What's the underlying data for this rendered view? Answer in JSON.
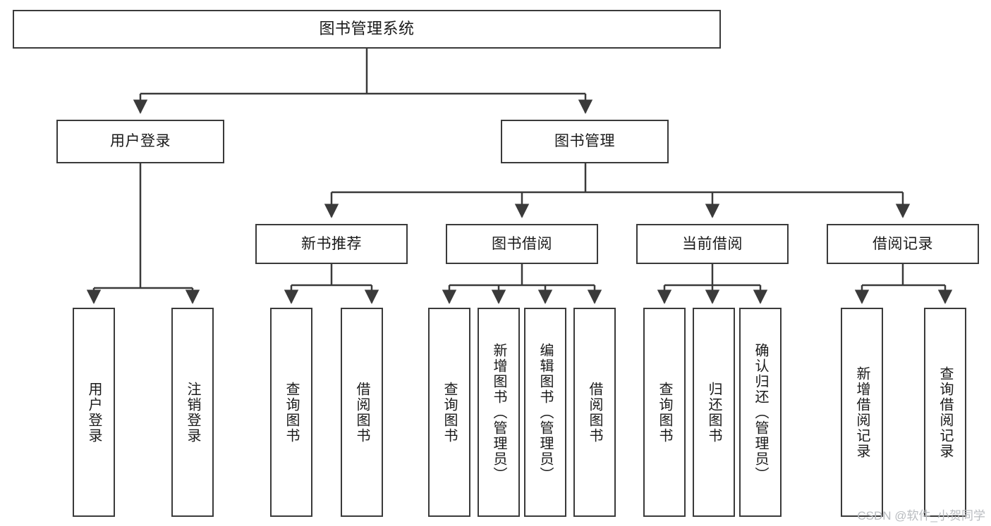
{
  "diagram": {
    "title": "图书管理系统",
    "type": "tree",
    "colors": {
      "stroke": "#3a3a3a",
      "fill": "#ffffff",
      "text": "#1a1a1a",
      "watermark": "#b9bcc0"
    },
    "nodes": {
      "root": {
        "label": "图书管理系统"
      },
      "level2": [
        {
          "label": "用户登录"
        },
        {
          "label": "图书管理"
        }
      ],
      "level3": [
        {
          "label": "新书推荐"
        },
        {
          "label": "图书借阅"
        },
        {
          "label": "当前借阅"
        },
        {
          "label": "借阅记录"
        }
      ],
      "leaves_user_login": [
        {
          "label": "用户登录"
        },
        {
          "label": "注销登录"
        }
      ],
      "leaves_new_book": [
        {
          "label": "查询图书"
        },
        {
          "label": "借阅图书"
        }
      ],
      "leaves_borrow": [
        {
          "label": "查询图书"
        },
        {
          "label": "新增图书（管理员）"
        },
        {
          "label": "编辑图书（管理员）"
        },
        {
          "label": "借阅图书"
        }
      ],
      "leaves_current": [
        {
          "label": "查询图书"
        },
        {
          "label": "归还图书"
        },
        {
          "label": "确认归还（管理员）"
        }
      ],
      "leaves_record": [
        {
          "label": "新增借阅记录"
        },
        {
          "label": "查询借阅记录"
        }
      ]
    },
    "watermark": "CSDN @软件_小贺同学"
  }
}
